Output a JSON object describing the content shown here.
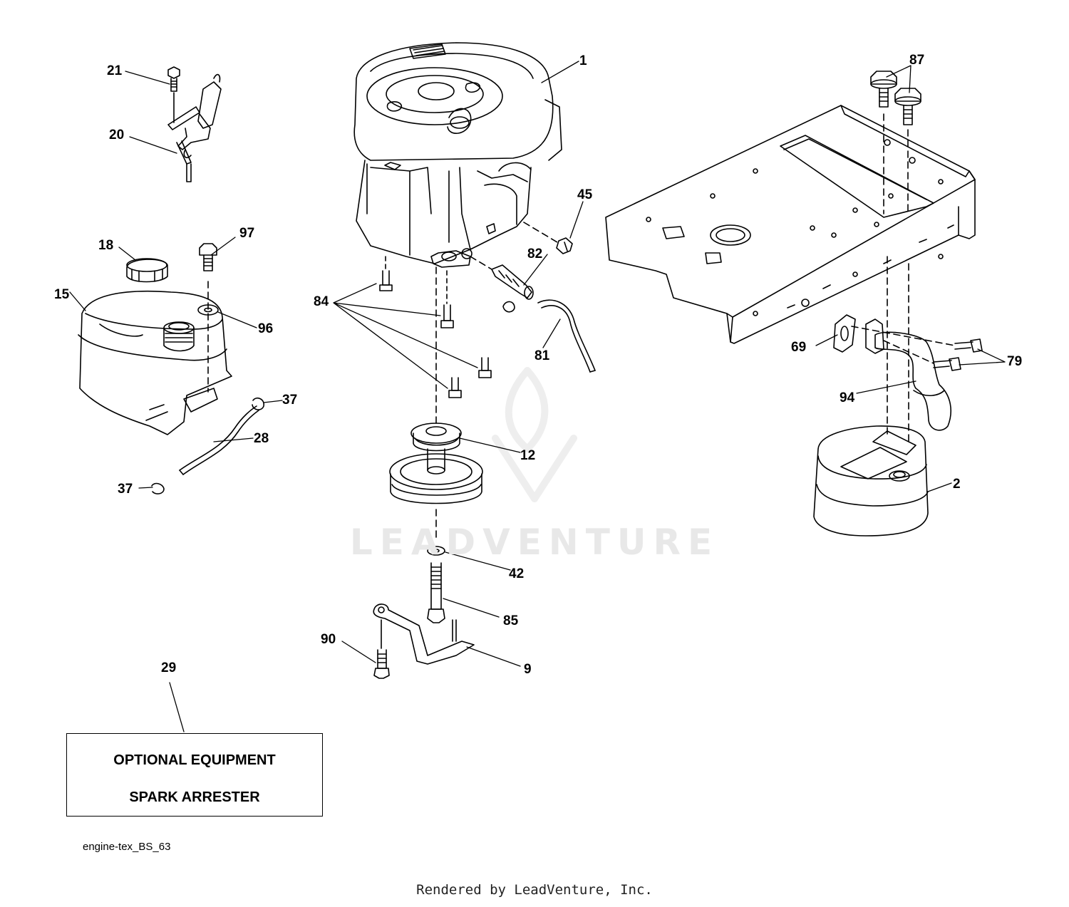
{
  "diagram": {
    "id_label": "engine-tex_BS_63",
    "footer": "Rendered by LeadVenture, Inc.",
    "watermark": "LEADVENTURE",
    "note_box": {
      "callout": "29",
      "line1": "OPTIONAL EQUIPMENT",
      "line2": "SPARK ARRESTER"
    },
    "callouts": [
      "1",
      "2",
      "9",
      "12",
      "15",
      "18",
      "20",
      "21",
      "28",
      "37",
      "37",
      "42",
      "45",
      "69",
      "79",
      "81",
      "82",
      "84",
      "85",
      "87",
      "90",
      "94",
      "96",
      "97"
    ]
  }
}
